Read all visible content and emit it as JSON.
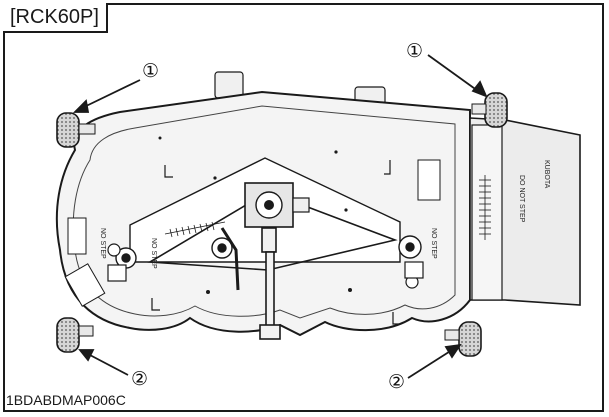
{
  "model_label": "[RCK60P]",
  "figure_code": "1BDABDMAP006C",
  "callouts": {
    "front_wheels": "①",
    "rear_wheels": "②"
  },
  "deck_labels": {
    "no_step_left": "NO STEP",
    "no_step_center_left": "NO STEP",
    "no_step_right": "NO STEP",
    "do_not_step": "DO NOT STEP",
    "warning_strip": "KUBOTA"
  },
  "colors": {
    "outline": "#1a1a1a",
    "deck_fill": "#f4f4f4",
    "wheel_fill": "#cfcfcf",
    "shadow_fill": "#e8e8e8"
  }
}
